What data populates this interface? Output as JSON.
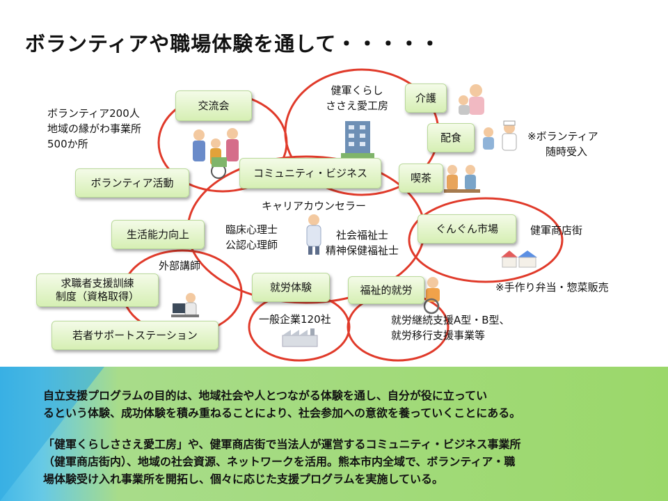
{
  "title": "ボランティアや職場体験を通して・・・・・",
  "boxes": {
    "koryukai": "交流会",
    "volunteer_katsudo": "ボランティア活動",
    "community_business": "コミュニティ・ビジネス",
    "kaigo": "介護",
    "haishoku": "配食",
    "kissa": "喫茶",
    "gungun": "ぐんぐん市場",
    "seikatsu": "生活能力向上",
    "kyushoku_line1": "求職者支援訓練",
    "kyushoku_line2": "制度（資格取得）",
    "wakamono": "若者サポートステーション",
    "shuro_taiken": "就労体験",
    "fukushi_shuro": "福祉的就労"
  },
  "labels": {
    "volunteer_line1": "ボランティア200人",
    "volunteer_line2": "地域の縁がわ事業所",
    "volunteer_line3": "500か所",
    "kengun_line1": "健軍くらし",
    "kengun_line2": "ささえ愛工房",
    "volunteer_note_line1": "※ボランティア",
    "volunteer_note_line2": "随時受入",
    "career": "キャリアカウンセラー",
    "rinsho_line1": "臨床心理士",
    "rinsho_line2": "公認心理師",
    "shakai_line1": "社会福祉士",
    "shakai_line2": "精神保健福祉士",
    "shotengai": "健軍商店街",
    "gaibu": "外部講師",
    "tezukuri": "※手作り弁当・惣菜販売",
    "ippan": "一般企業120社",
    "keizoku_line1": "就労継続支援A型・B型、",
    "keizoku_line2": "就労移行支援事業等"
  },
  "paragraphs": {
    "p1_line1": "自立支援プログラムの目的は、地域社会や人とつながる体験を通し、自分が役に立ってい",
    "p1_line2": "るという体験、成功体験を積み重ねることにより、社会参加への意欲を養っていくことにある。",
    "p2_line1": "「健軍くらしささえ愛工房」や、健軍商店街で当法人が運営するコミュニティ・ビジネス事業所",
    "p2_line2": "（健軍商店街内）、地域の社会資源、ネットワークを活用。熊本市内全域で、ボランティア・職",
    "p2_line3": "場体験受け入れ事業所を開拓し、個々に応じた支援プログラムを実施している。"
  },
  "icons": [
    "family-illustration-icon",
    "building-illustration-icon",
    "care-illustration-icon",
    "cook-illustration-icon",
    "cafe-illustration-icon",
    "shop-illustration-icon",
    "counselor-illustration-icon",
    "computer-user-illustration-icon",
    "factory-illustration-icon",
    "wheelchair-illustration-icon"
  ],
  "colors": {
    "ring": "#e03a2a",
    "box_fill": "#d6efb4",
    "banner_blue": "#44b8e8",
    "banner_green": "#9bd86a"
  }
}
